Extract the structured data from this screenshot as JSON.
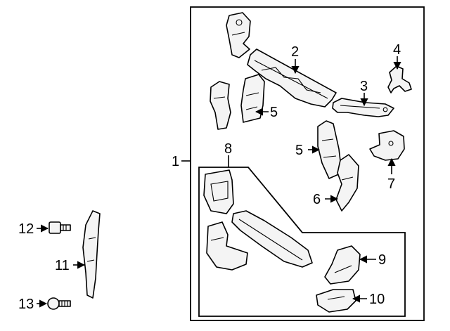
{
  "diagram": {
    "labels": {
      "l1": "1",
      "l2": "2",
      "l3": "3",
      "l4": "4",
      "l5a": "5",
      "l5b": "5",
      "l6": "6",
      "l7": "7",
      "l8": "8",
      "l9": "9",
      "l10": "10",
      "l11": "11",
      "l12": "12",
      "l13": "13"
    }
  }
}
